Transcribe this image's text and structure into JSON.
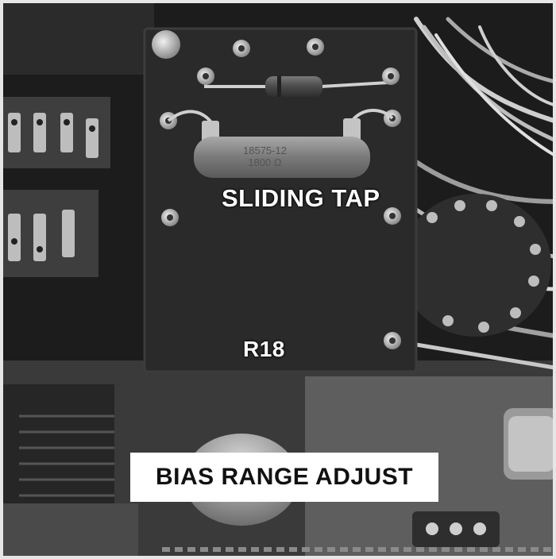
{
  "labels": {
    "sliding_tap": "SLIDING TAP",
    "r18": "R18",
    "bias_range_adjust": "BIAS RANGE ADJUST"
  },
  "resistor_marking": {
    "line1": "18575-12",
    "line2": "1800 Ω"
  },
  "colors": {
    "board": "#2a2a2a",
    "wire_light": "#d8d8d8",
    "resistor_body": "#8c8c8c",
    "metal": "#c4c4c4"
  }
}
